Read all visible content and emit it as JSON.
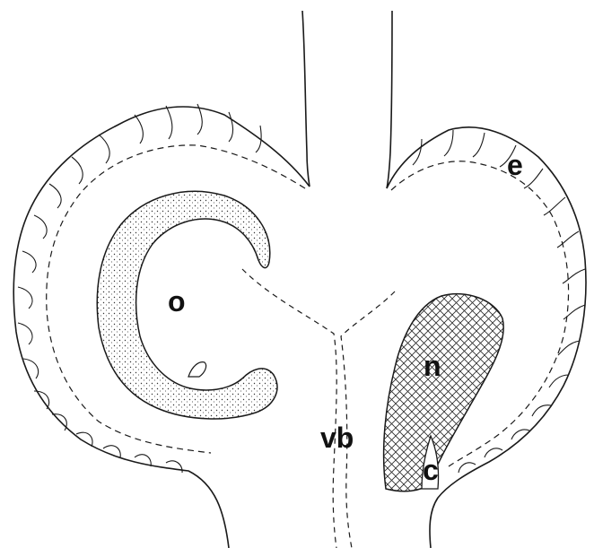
{
  "labels": {
    "o": "o",
    "e": "e",
    "n": "n",
    "vb": "vb",
    "c": "c"
  },
  "colors": {
    "ink": "#1a1a1a",
    "stipple": "#333333",
    "hatch": "#2a2a2a",
    "background": "#ffffff"
  }
}
